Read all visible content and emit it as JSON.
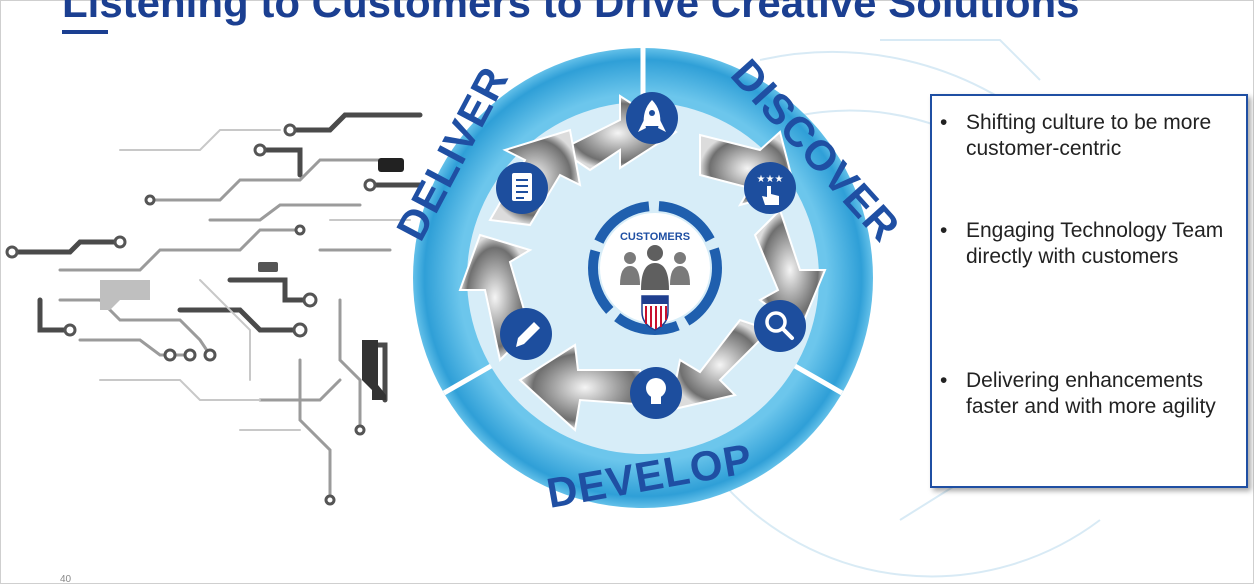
{
  "slide": {
    "title": "Listening to Customers to Drive Creative Solutions",
    "slide_number": "40"
  },
  "cycle": {
    "phases": [
      "DISCOVER",
      "DEVELOP",
      "DELIVER"
    ],
    "watermark": "Develop",
    "center_label": "CUSTOMERS",
    "icons": [
      "rocket-icon",
      "rating-hand-icon",
      "magnifier-icon",
      "lightbulb-icon",
      "pencil-icon",
      "checklist-icon"
    ]
  },
  "bullets": [
    "Shifting culture to be more customer-centric",
    "Engaging Technology Team directly with customers",
    "Delivering enhancements faster and with more agility"
  ],
  "colors": {
    "title": "#1b3f91",
    "ring": "#3aa9dc",
    "phase_text": "#1f4fa3",
    "icon_circle": "#1d4e9e",
    "box_border": "#1f4fa3"
  }
}
